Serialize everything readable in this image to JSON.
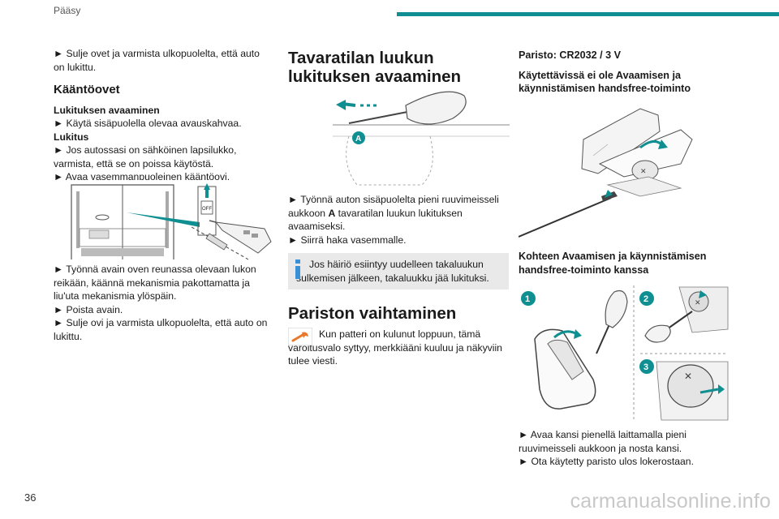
{
  "header": {
    "section": "Pääsy",
    "accent": "#0f8f92"
  },
  "page_number": "36",
  "watermark": "carmanualsonline.info",
  "col1": {
    "intro": "► Sulje ovet ja varmista ulkopuolelta, että auto on lukittu.",
    "kaantoovet_title": "Kääntöovet",
    "unlock_title": "Lukituksen avaaminen",
    "unlock_text": "► Käytä sisäpuolella olevaa avauskahvaa.",
    "lock_title": "Lukitus",
    "lock_step1": "► Jos autossasi on sähköinen lapsilukko, varmista, että se on poissa käytöstä.",
    "lock_step2": "► Avaa vasemmanpuoleinen kääntöovi.",
    "figure_off_label": "OFF",
    "after_figure": [
      "► Työnnä avain oven reunassa olevaan lukon reikään, käännä mekanismia pakottamatta ja liu'uta mekanismia ylöspäin.",
      "► Poista avain.",
      "► Sulje ovi ja varmista ulkopuolelta, että auto on lukittu."
    ]
  },
  "col2": {
    "title": "Tavaratilan luukun lukituksen avaaminen",
    "figure_label": "A",
    "step1_pre": "► Työnnä auton sisäpuolelta pieni ruuvimeisseli aukkoon ",
    "step1_bold": "A",
    "step1_post": " tavaratilan luukun lukituksen avaamiseksi.",
    "step2": "► Siirrä haka vasemmalle.",
    "note": "Jos häiriö esiintyy uudelleen takaluukun sulkemisen jälkeen, takaluukku jää lukituksi.",
    "battery_title": "Pariston vaihtaminen",
    "battery_text": "Kun patteri on kulunut loppuun, tämä varoitusvalo syttyy, merkkiääni kuuluu ja näkyviin tulee viesti."
  },
  "col3": {
    "battery_spec": "Paristo: CR2032 / 3 V",
    "without_title": "Käytettävissä ei ole Avaamisen ja käynnistämisen handsfree-toiminto",
    "with_title": "Kohteen Avaamisen ja käynnistämisen handsfree-toiminto kanssa",
    "steps": [
      "1",
      "2",
      "3"
    ],
    "step1": "► Avaa kansi pienellä laittamalla pieni ruuvimeisseli aukkoon ja nosta kansi.",
    "step2": "► Ota käytetty paristo ulos lokerostaan."
  }
}
